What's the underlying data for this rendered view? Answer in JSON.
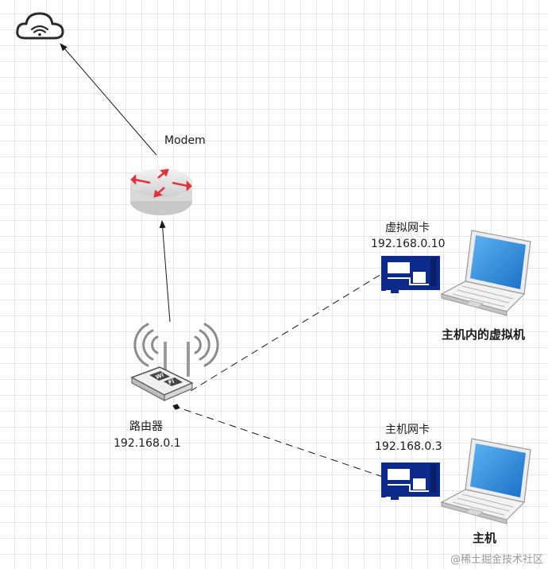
{
  "modem": {
    "label": "Modem"
  },
  "router": {
    "name": "路由器",
    "ip": "192.168.0.1"
  },
  "virtual_nic": {
    "name": "虚拟网卡",
    "ip": "192.168.0.10"
  },
  "host_nic": {
    "name": "主机网卡",
    "ip": "192.168.0.3"
  },
  "vm_laptop": {
    "label": "主机内的虚拟机"
  },
  "host_laptop": {
    "label": "主机"
  },
  "watermark": "@稀土掘金技术社区",
  "colors": {
    "nic_blue": "#0c2a8c",
    "laptop_screen": "#1e7fd6",
    "arrow_red": "#e0343c",
    "line": "#1a1a1a"
  }
}
